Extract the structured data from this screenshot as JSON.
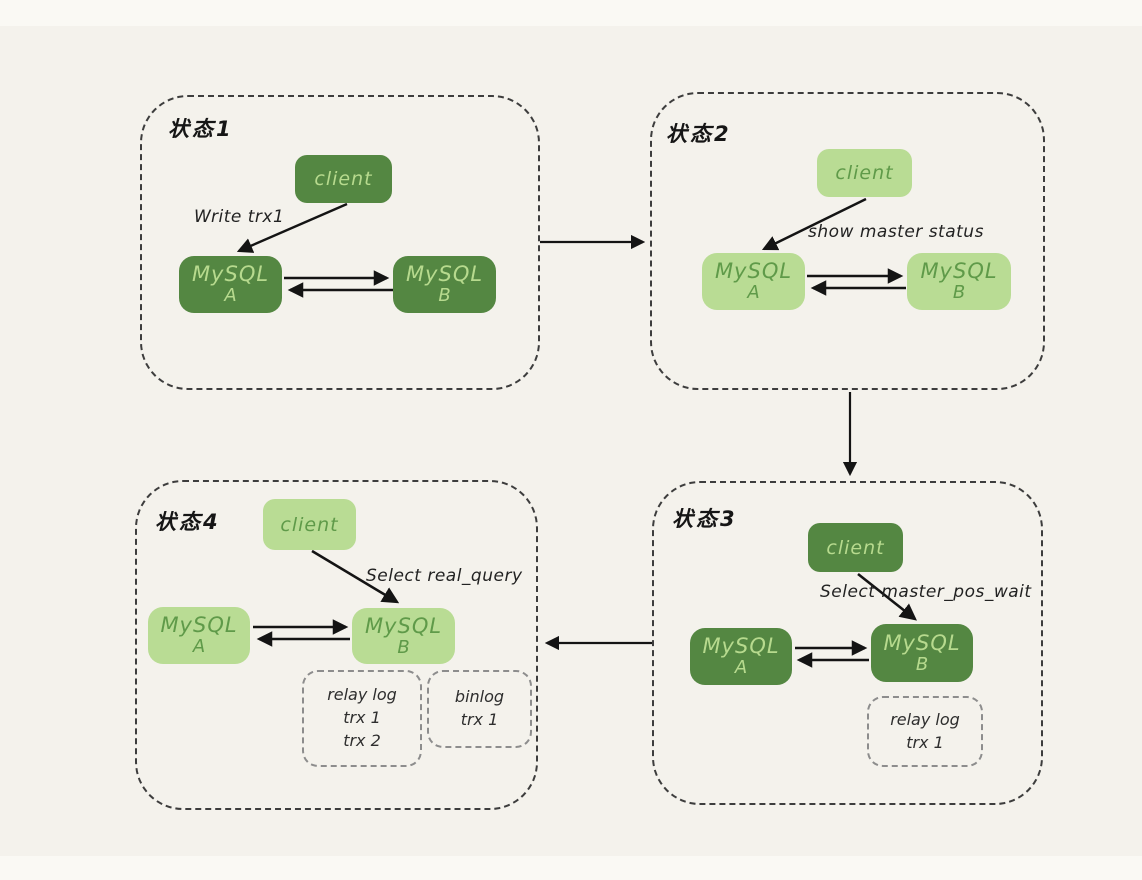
{
  "colors": {
    "background": "#f4f2ec",
    "dark_green_fill": "#548742",
    "light_green_fill": "#b9dc94",
    "text_on_dark": "#b7da8e",
    "text_on_light": "#5f9a49",
    "dashed_border": "#3d3d3d",
    "log_box_border": "#8d8d8d",
    "arrow_color": "#141414",
    "label_text": "#222222"
  },
  "states": [
    {
      "title": "状态1",
      "theme": "dark",
      "client_label": "client",
      "action_label": "Write trx1",
      "client_arrow_target": "MySQL A",
      "node_a": {
        "name": "MySQL",
        "letter": "A"
      },
      "node_b": {
        "name": "MySQL",
        "letter": "B"
      },
      "replication": "MySQL A <-> MySQL B double arrows"
    },
    {
      "title": "状态2",
      "theme": "light",
      "client_label": "client",
      "action_label": "show master status",
      "client_arrow_target": "MySQL A",
      "node_a": {
        "name": "MySQL",
        "letter": "A"
      },
      "node_b": {
        "name": "MySQL",
        "letter": "B"
      },
      "replication": "MySQL A <-> MySQL B double arrows"
    },
    {
      "title": "状态3",
      "theme": "dark",
      "client_label": "client",
      "action_label": "Select master_pos_wait",
      "client_arrow_target": "MySQL B",
      "node_a": {
        "name": "MySQL",
        "letter": "A"
      },
      "node_b": {
        "name": "MySQL",
        "letter": "B"
      },
      "replication": "MySQL A <-> MySQL B double arrows",
      "log_box": {
        "lines": [
          "relay log",
          "trx 1"
        ]
      }
    },
    {
      "title": "状态4",
      "theme": "light",
      "client_label": "client",
      "action_label": "Select real_query",
      "client_arrow_target": "MySQL B",
      "node_a": {
        "name": "MySQL",
        "letter": "A"
      },
      "node_b": {
        "name": "MySQL",
        "letter": "B"
      },
      "replication": "MySQL A <-> MySQL B double arrows",
      "relay_box": {
        "lines": [
          "relay log",
          "trx 1",
          "trx 2"
        ]
      },
      "binlog_box": {
        "lines": [
          "binlog",
          "trx 1"
        ]
      }
    }
  ],
  "connections": [
    {
      "from": "状态1",
      "to": "状态2"
    },
    {
      "from": "状态2",
      "to": "状态3"
    },
    {
      "from": "状态3",
      "to": "状态4"
    }
  ]
}
